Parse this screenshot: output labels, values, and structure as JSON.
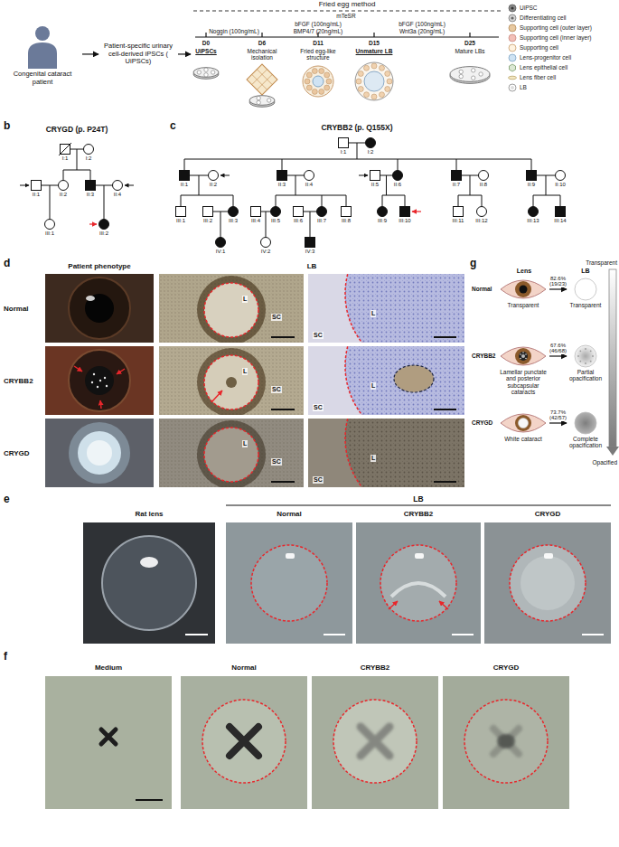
{
  "diagram": {
    "nodes": [
      {
        "text": [
          "Congenital cataract patient"
        ]
      },
      {
        "text": [
          "Patient-specific urinary cell-derived iPSCs ( UiPSCs)"
        ]
      },
      {
        "text": [
          "Fried egg method"
        ]
      },
      {
        "text": [
          "Transparent"
        ]
      },
      {
        "text": [
          "Transparent"
        ]
      },
      {
        "text": [
          "Lamellar punctate and posterior subcapsular cataracts"
        ]
      },
      {
        "text": [
          "Partial opacification"
        ]
      },
      {
        "text": [
          "White cataract"
        ]
      },
      {
        "text": [
          "Complete opacification"
        ]
      }
    ],
    "edges": [
      {
        "from": 0,
        "to": 1,
        "arrow": "to"
      },
      {
        "from": 1,
        "to": 2,
        "arrow": "to"
      },
      {
        "from": 3,
        "to": 4,
        "arrow": "to",
        "label": "82.6% (19/23)"
      },
      {
        "from": 5,
        "to": 6,
        "arrow": "to",
        "label": "67.6% (46/68)"
      },
      {
        "from": 7,
        "to": 8,
        "arrow": "to",
        "label": "73.7% (42/57)"
      }
    ],
    "labels": [
      "mTeSR",
      "Noggin (100ng/mL)",
      "bFGF (100ng/mL)",
      "BMP4/7 (20ng/mL)",
      "bFGF (100ng/mL)",
      "Wnt3a (20ng/mL)",
      "D0",
      "D6",
      "D11",
      "D15",
      "D25",
      "UiPSCs",
      "Mechanical isolation",
      "Fried egg-like structure",
      "Unmature LB",
      "Mature LBs",
      "b",
      "CRYGD (p. P24T)",
      "I:1",
      "I:2",
      "II:1",
      "II:2",
      "II:3",
      "II:4",
      "III:1",
      "III:2",
      "c",
      "CRYBB2 (p. Q155X)",
      "I:1",
      "I:2",
      "II:1",
      "II:2",
      "II:3",
      "II:4",
      "II:5",
      "II:6",
      "II:7",
      "II:8",
      "II:9",
      "II:10",
      "III:1",
      "III:2",
      "III:3",
      "III:4",
      "III:5",
      "III:6",
      "III:7",
      "III:8",
      "III:9",
      "III:10",
      "III:11",
      "III:12",
      "III:13",
      "III:14",
      "IV:1",
      "IV:2",
      "IV:3",
      "d",
      "Patient phenotype",
      "LB",
      "Normal",
      "CRYBB2",
      "CRYGD",
      "L",
      "SC",
      "L",
      "SC",
      "SC",
      "L",
      "L",
      "SC",
      "SC",
      "L",
      "L",
      "SC",
      "e",
      "LB",
      "Rat lens",
      "Normal",
      "CRYBB2",
      "CRYGD",
      "f",
      "Medium",
      "Normal",
      "CRYBB2",
      "CRYGD",
      "g",
      "Lens",
      "LB",
      "Normal",
      "CRYBB2",
      "CRYGD",
      "Transparent",
      "Opacified"
    ],
    "legend": [
      {
        "text": "UiPSC"
      },
      {
        "text": "Differentiating cell"
      },
      {
        "text": "Supporting cell (outer layer)"
      },
      {
        "text": "Supporting cell (inner layer)"
      },
      {
        "text": "Supporting cell"
      },
      {
        "text": "Lens-progenitor cell"
      },
      {
        "text": "Lens epithelial cell"
      },
      {
        "text": "Lens fiber cell"
      },
      {
        "text": "LB"
      }
    ]
  }
}
